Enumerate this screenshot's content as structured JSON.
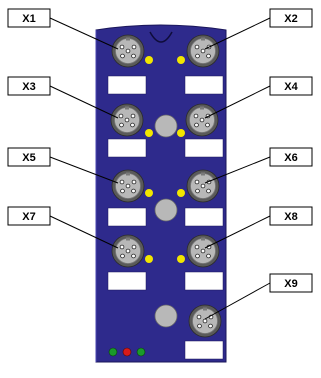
{
  "labels": {
    "x1": "X1",
    "x2": "X2",
    "x3": "X3",
    "x4": "X4",
    "x5": "X5",
    "x6": "X6",
    "x7": "X7",
    "x8": "X8",
    "x9": "X9"
  },
  "colors": {
    "module_body": "#2e2a8c",
    "module_body_dark": "#1a165a",
    "connector_ring": "#5a5a5a",
    "connector_face": "#b8b8b8",
    "led_yellow": "#f2e600",
    "led_green": "#1a9a2a",
    "led_red": "#d81a1a",
    "label_plate": "#ffffff",
    "button_grey": "#b8b8b8",
    "tag_border": "#000000"
  },
  "icons": {
    "connector": "m12-5pin-connector-icon",
    "button": "round-button-icon",
    "led": "status-led-icon"
  }
}
